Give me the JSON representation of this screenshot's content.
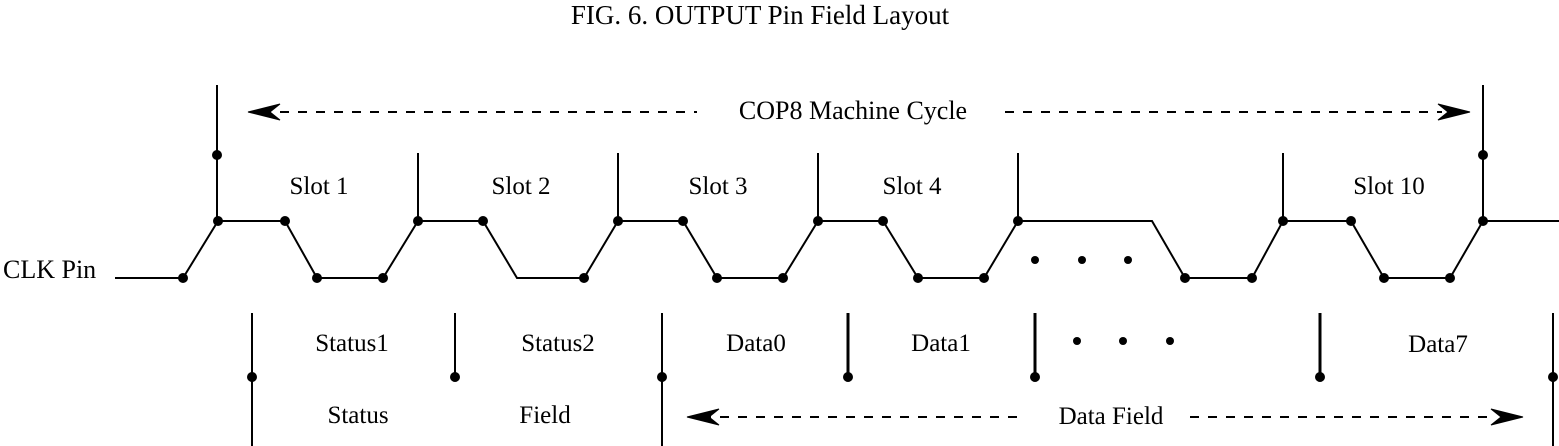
{
  "title": "FIG. 6. OUTPUT Pin Field Layout",
  "waveform": {
    "signal_label": "CLK Pin",
    "cycle_label": "COP8 Machine Cycle",
    "slots": [
      "Slot 1",
      "Slot 2",
      "Slot 3",
      "Slot 4",
      "Slot 10"
    ]
  },
  "fields": {
    "values": [
      "Status1",
      "Status2",
      "Data0",
      "Data1",
      "Data7"
    ],
    "status_field_word1": "Status",
    "status_field_word2": "Field",
    "data_field_label": "Data Field"
  },
  "colors": {
    "ink": "#000000",
    "background": "#ffffff"
  }
}
